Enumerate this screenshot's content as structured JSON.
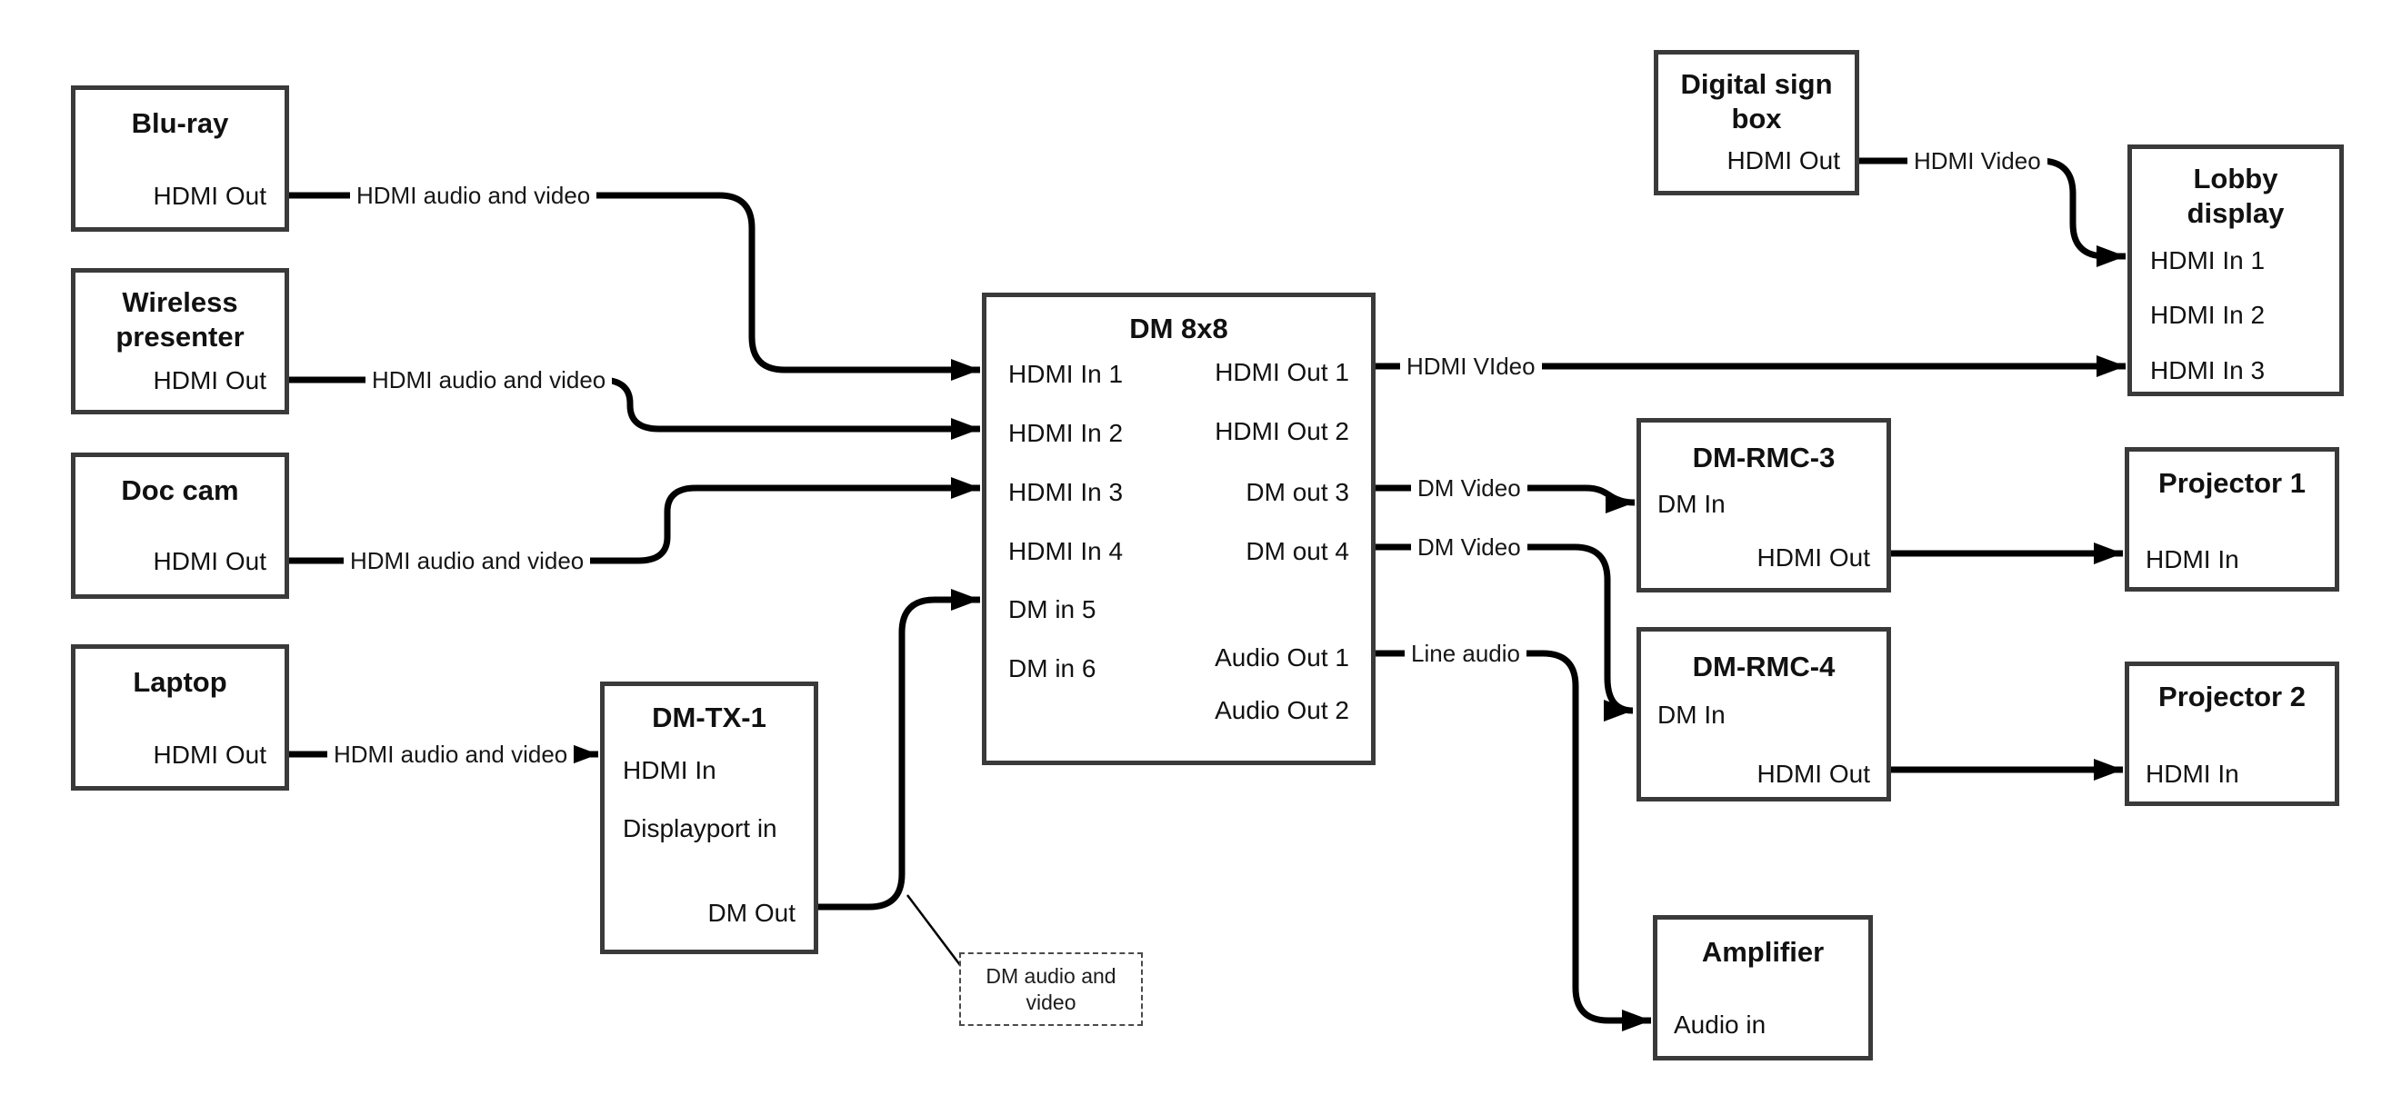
{
  "colors": {
    "background": "#ffffff",
    "wire": "#000000",
    "box_border": "#3a3a3a",
    "text": "#111111"
  },
  "nodes": {
    "bluray": {
      "title": "Blu-ray",
      "ports": {
        "hdmi_out": "HDMI Out"
      }
    },
    "wireless": {
      "title": "Wireless presenter",
      "ports": {
        "hdmi_out": "HDMI Out"
      }
    },
    "doc_cam": {
      "title": "Doc cam",
      "ports": {
        "hdmi_out": "HDMI Out"
      }
    },
    "laptop": {
      "title": "Laptop",
      "ports": {
        "hdmi_out": "HDMI Out"
      }
    },
    "dm_tx_1": {
      "title": "DM-TX-1",
      "ports": {
        "hdmi_in": "HDMI In",
        "displayport_in": "Displayport in",
        "dm_out": "DM Out"
      }
    },
    "dm_8x8": {
      "title": "DM 8x8",
      "ports": {
        "hdmi_in_1": "HDMI In 1",
        "hdmi_in_2": "HDMI In 2",
        "hdmi_in_3": "HDMI In 3",
        "hdmi_in_4": "HDMI In 4",
        "dm_in_5": "DM in 5",
        "dm_in_6": "DM in 6",
        "hdmi_out_1": "HDMI Out 1",
        "hdmi_out_2": "HDMI Out 2",
        "dm_out_3": "DM out 3",
        "dm_out_4": "DM out 4",
        "audio_out_1": "Audio Out 1",
        "audio_out_2": "Audio Out 2"
      }
    },
    "digital_sign_box": {
      "title": "Digital sign box",
      "ports": {
        "hdmi_out": "HDMI Out"
      }
    },
    "lobby_display": {
      "title": "Lobby display",
      "ports": {
        "hdmi_in_1": "HDMI In 1",
        "hdmi_in_2": "HDMI In 2",
        "hdmi_in_3": "HDMI In 3"
      }
    },
    "dm_rmc_3": {
      "title": "DM-RMC-3",
      "ports": {
        "dm_in": "DM In",
        "hdmi_out": "HDMI Out"
      }
    },
    "projector_1": {
      "title": "Projector 1",
      "ports": {
        "hdmi_in": "HDMI In"
      }
    },
    "dm_rmc_4": {
      "title": "DM-RMC-4",
      "ports": {
        "dm_in": "DM In",
        "hdmi_out": "HDMI Out"
      }
    },
    "projector_2": {
      "title": "Projector 2",
      "ports": {
        "hdmi_in": "HDMI In"
      }
    },
    "amplifier": {
      "title": "Amplifier",
      "ports": {
        "audio_in": "Audio in"
      }
    }
  },
  "wire_labels": {
    "bluray_feed": "HDMI audio and video",
    "wireless_feed": "HDMI audio and video",
    "doc_cam_feed": "HDMI audio and video",
    "laptop_feed": "HDMI audio and video",
    "digital_sign_feed": "HDMI Video",
    "hdmi_out_1_feed": "HDMI VIdeo",
    "dm_out_3_feed": "DM Video",
    "dm_out_4_feed": "DM Video",
    "audio_out_1_feed": "Line audio",
    "callout": "DM audio and video"
  }
}
